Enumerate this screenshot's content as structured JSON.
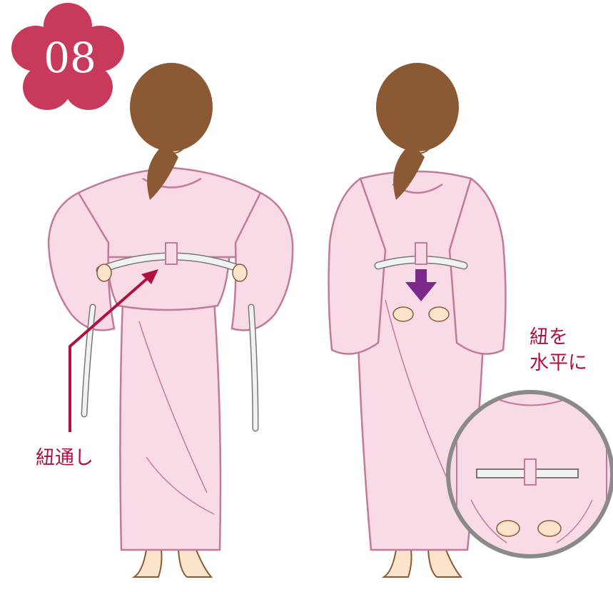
{
  "step": {
    "number": "08"
  },
  "labels": {
    "left": "紐通し",
    "right_line1": "紐を",
    "right_line2": "水平に"
  },
  "colors": {
    "badge": "#c73a5c",
    "robe_fill": "#f9dbe8",
    "robe_line": "#c27a9a",
    "hair": "#8b5a35",
    "skin": "#fbe3cc",
    "cord": "#f2f2f2",
    "label_text": "#b0123f",
    "arrow_red": "#b0123f",
    "arrow_purple": "#7b2a8c",
    "zoom_ring": "#8a8a8a"
  },
  "icons": {
    "badge": "sakura-flower-icon",
    "down_arrow": "down-arrow-icon",
    "pointer_arrow": "pointer-arrow-icon"
  }
}
